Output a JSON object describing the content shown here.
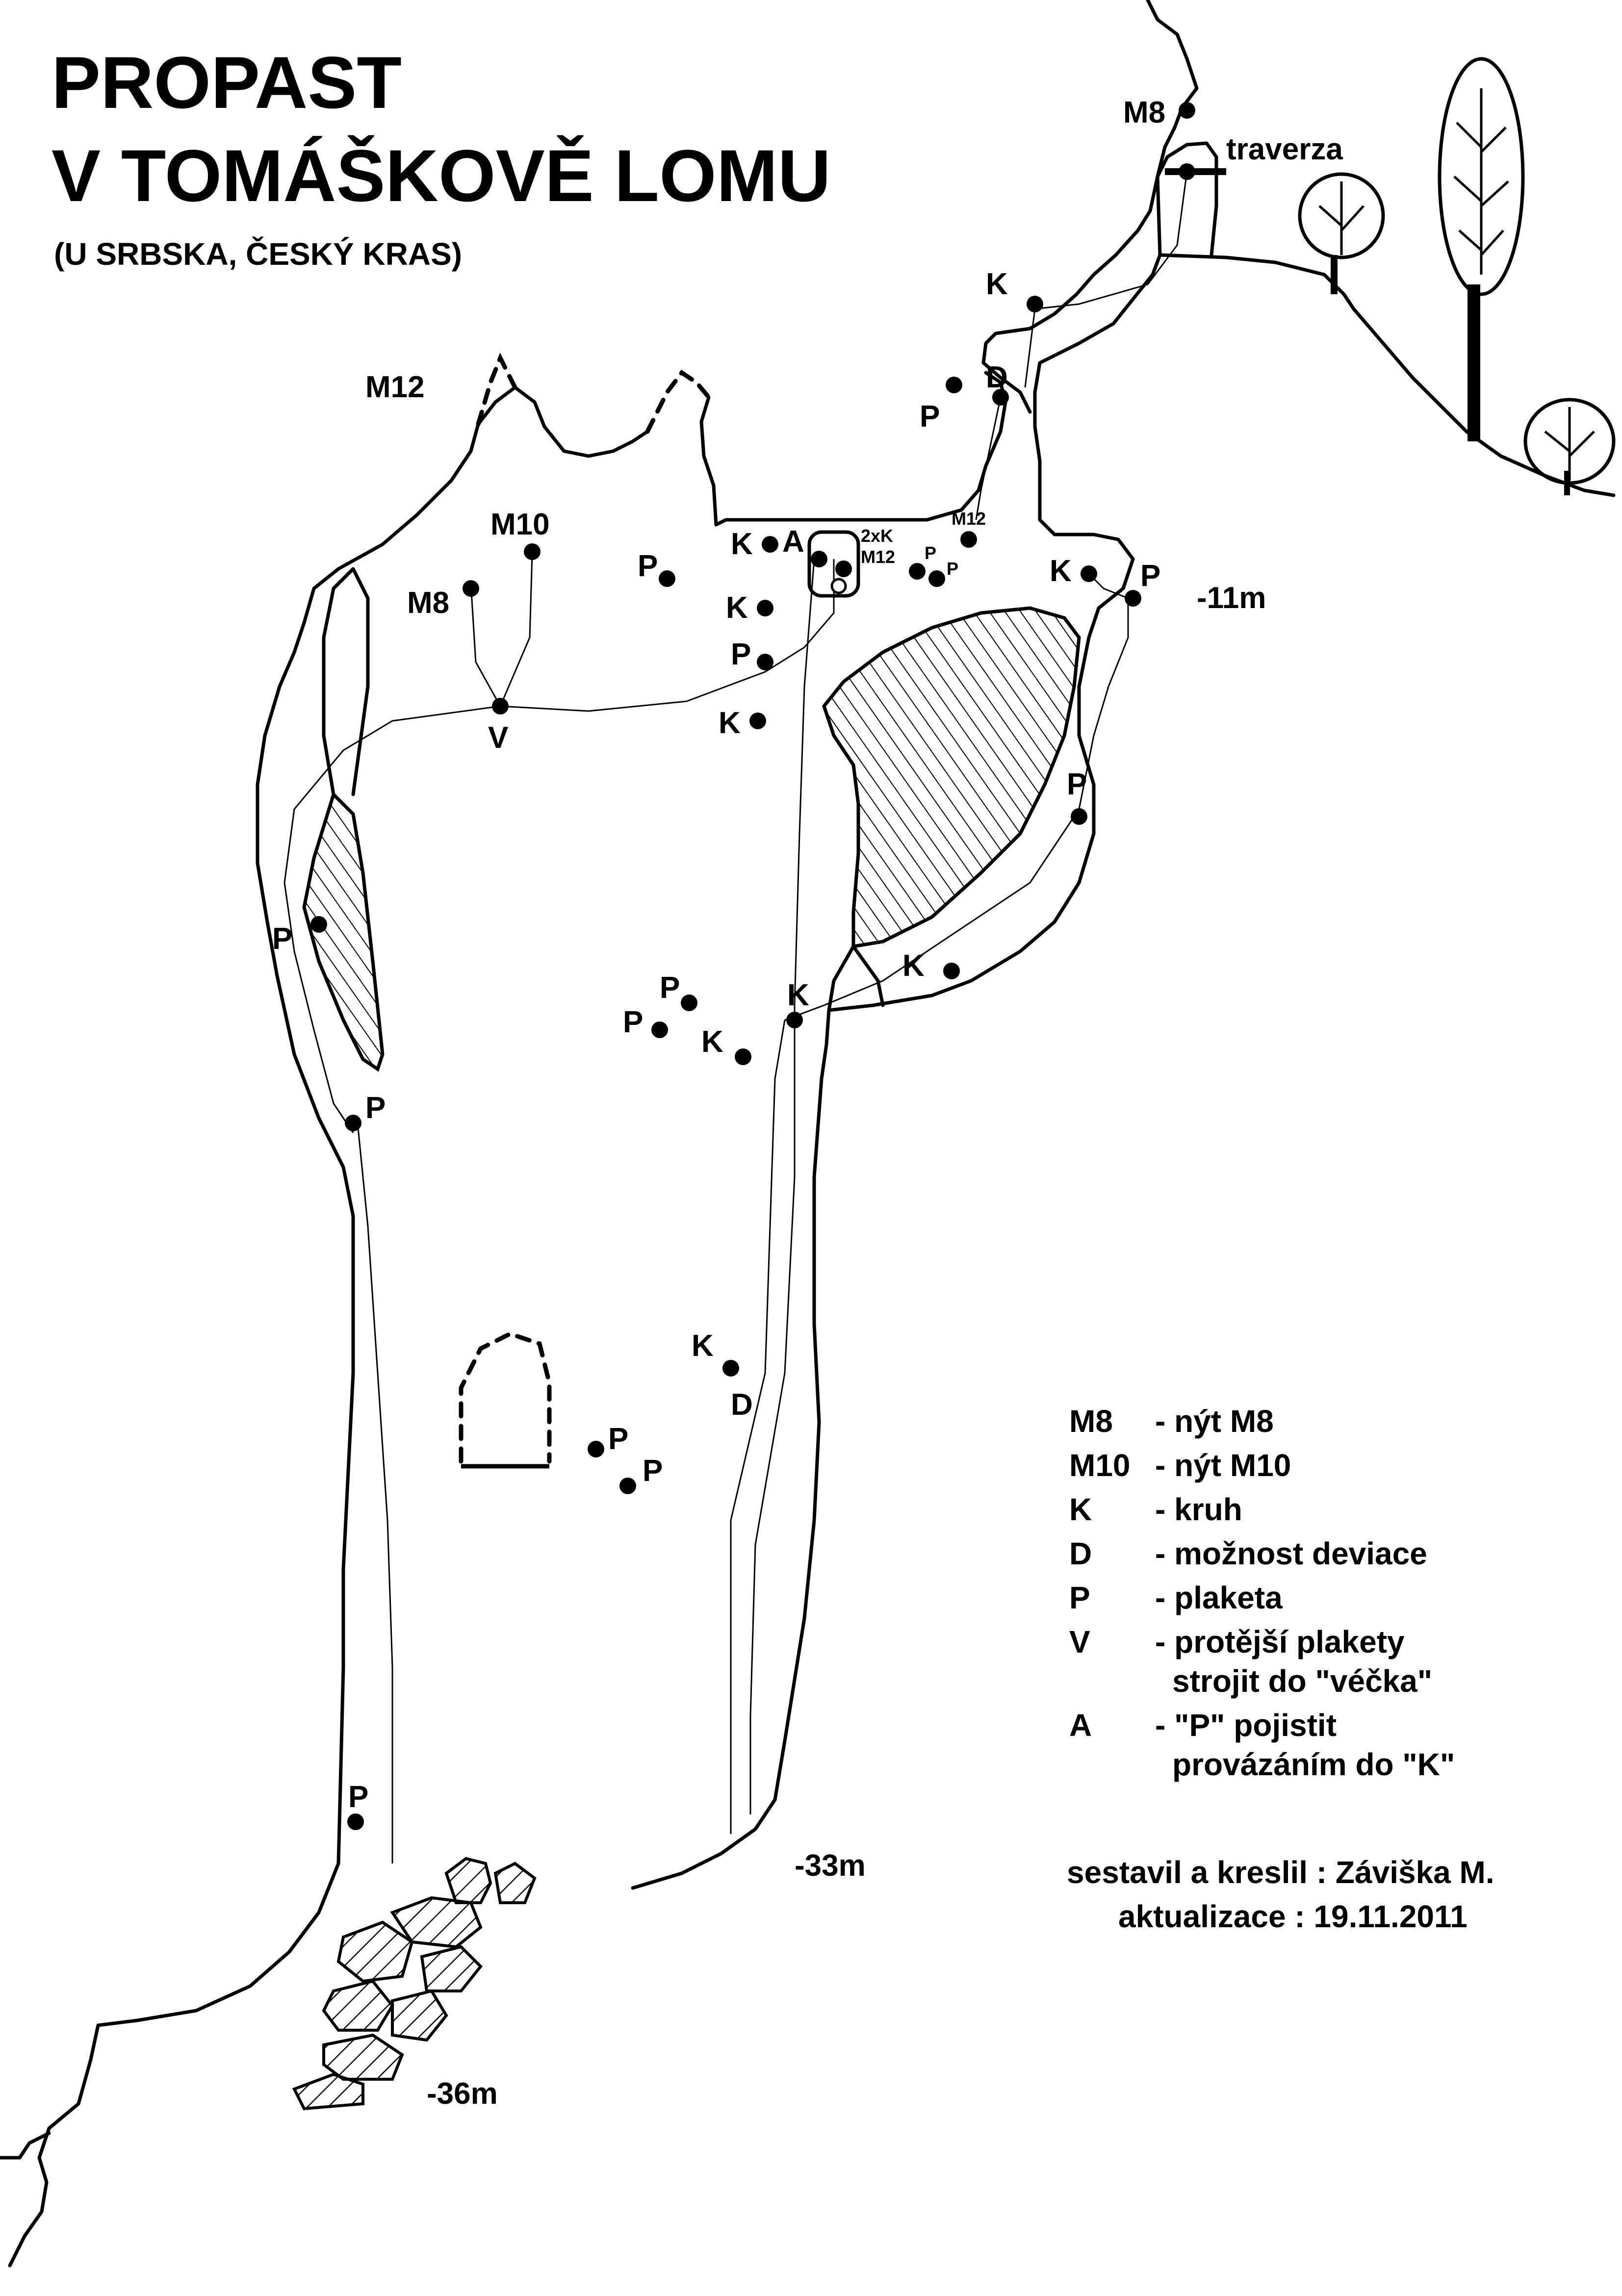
{
  "title": {
    "line1": "PROPAST",
    "line2": "V TOMÁŠKOVĚ  LOMU",
    "subtitle": "(U SRBSKA, ČESKÝ KRAS)"
  },
  "depths": {
    "d11": "-11m",
    "d33": "-33m",
    "d36": "-36m"
  },
  "map_labels": {
    "m8_top": "M8",
    "traverza": "traverza",
    "k_top": "K",
    "d_top": "D",
    "p_top": "P",
    "m12_left": "M12",
    "m10": "M10",
    "m8_left": "M8",
    "p_mid": "P",
    "k_a": "K",
    "a_mark": "A",
    "two_k": "2xK",
    "m12_small_a": "M12",
    "m12_small_b": "M12",
    "p_small_a": "P",
    "p_small_b": "P",
    "k_right": "K",
    "p_right": "P",
    "k_2": "K",
    "p_2": "P",
    "k_3": "K",
    "v": "V",
    "p_window": "P",
    "k_window": "K",
    "p_left": "P",
    "p_a": "P",
    "p_b": "P",
    "k_lower_a": "K",
    "k_lower_b": "K",
    "p_shaft": "P",
    "k_deep": "K",
    "d_deep": "D",
    "p_c": "P",
    "p_d": "P",
    "p_bottom": "P"
  },
  "legend": [
    {
      "code": "M8",
      "text": "- nýt M8"
    },
    {
      "code": "M10",
      "text": "- nýt M10"
    },
    {
      "code": "K",
      "text": "- kruh"
    },
    {
      "code": "D",
      "text": "- možnost deviace"
    },
    {
      "code": "P",
      "text": "- plaketa"
    },
    {
      "code": "V",
      "text": "- protější plakety"
    },
    {
      "code": "",
      "text": "strojit do \"véčka\""
    },
    {
      "code": "A",
      "text": "- \"P\" pojistit"
    },
    {
      "code": "",
      "text": "provázáním do \"K\""
    }
  ],
  "credits": {
    "author": "sestavil a kreslil : Záviška M.",
    "updated": "aktualizace : 19.11.2011"
  }
}
